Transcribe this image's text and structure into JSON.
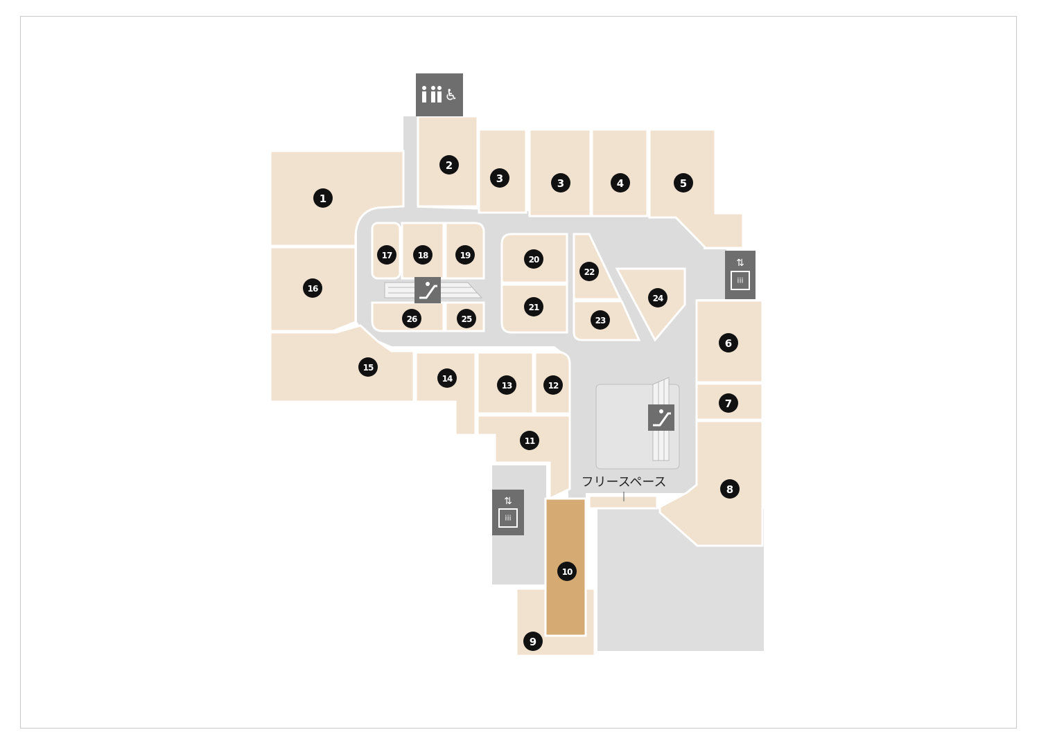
{
  "map": {
    "free_space_label": "フリースペース",
    "units": [
      {
        "id": "1",
        "label": "1"
      },
      {
        "id": "2",
        "label": "2"
      },
      {
        "id": "3a",
        "label": "3"
      },
      {
        "id": "3b",
        "label": "3"
      },
      {
        "id": "4",
        "label": "4"
      },
      {
        "id": "5",
        "label": "5"
      },
      {
        "id": "6",
        "label": "6"
      },
      {
        "id": "7",
        "label": "7"
      },
      {
        "id": "8",
        "label": "8"
      },
      {
        "id": "9",
        "label": "9"
      },
      {
        "id": "10",
        "label": "10",
        "highlighted": true
      },
      {
        "id": "11",
        "label": "11"
      },
      {
        "id": "12",
        "label": "12"
      },
      {
        "id": "13",
        "label": "13"
      },
      {
        "id": "14",
        "label": "14"
      },
      {
        "id": "15",
        "label": "15"
      },
      {
        "id": "16",
        "label": "16"
      },
      {
        "id": "17",
        "label": "17"
      },
      {
        "id": "18",
        "label": "18"
      },
      {
        "id": "19",
        "label": "19"
      },
      {
        "id": "20",
        "label": "20"
      },
      {
        "id": "21",
        "label": "21"
      },
      {
        "id": "22",
        "label": "22"
      },
      {
        "id": "23",
        "label": "23"
      },
      {
        "id": "24",
        "label": "24"
      },
      {
        "id": "25",
        "label": "25"
      },
      {
        "id": "26",
        "label": "26"
      }
    ],
    "facilities": [
      {
        "id": "restroom",
        "icon": "restroom-icon"
      },
      {
        "id": "elevator-east",
        "icon": "elevator-icon"
      },
      {
        "id": "elevator-south",
        "icon": "elevator-icon"
      },
      {
        "id": "escalator-west",
        "icon": "escalator-icon"
      },
      {
        "id": "escalator-east",
        "icon": "escalator-icon"
      }
    ],
    "colors": {
      "unit": "#f1e2cf",
      "highlighted_unit": "#d5aa73",
      "corridor": "#dcdcdc",
      "facility": "#6e6e6e",
      "marker": "#111111"
    }
  }
}
